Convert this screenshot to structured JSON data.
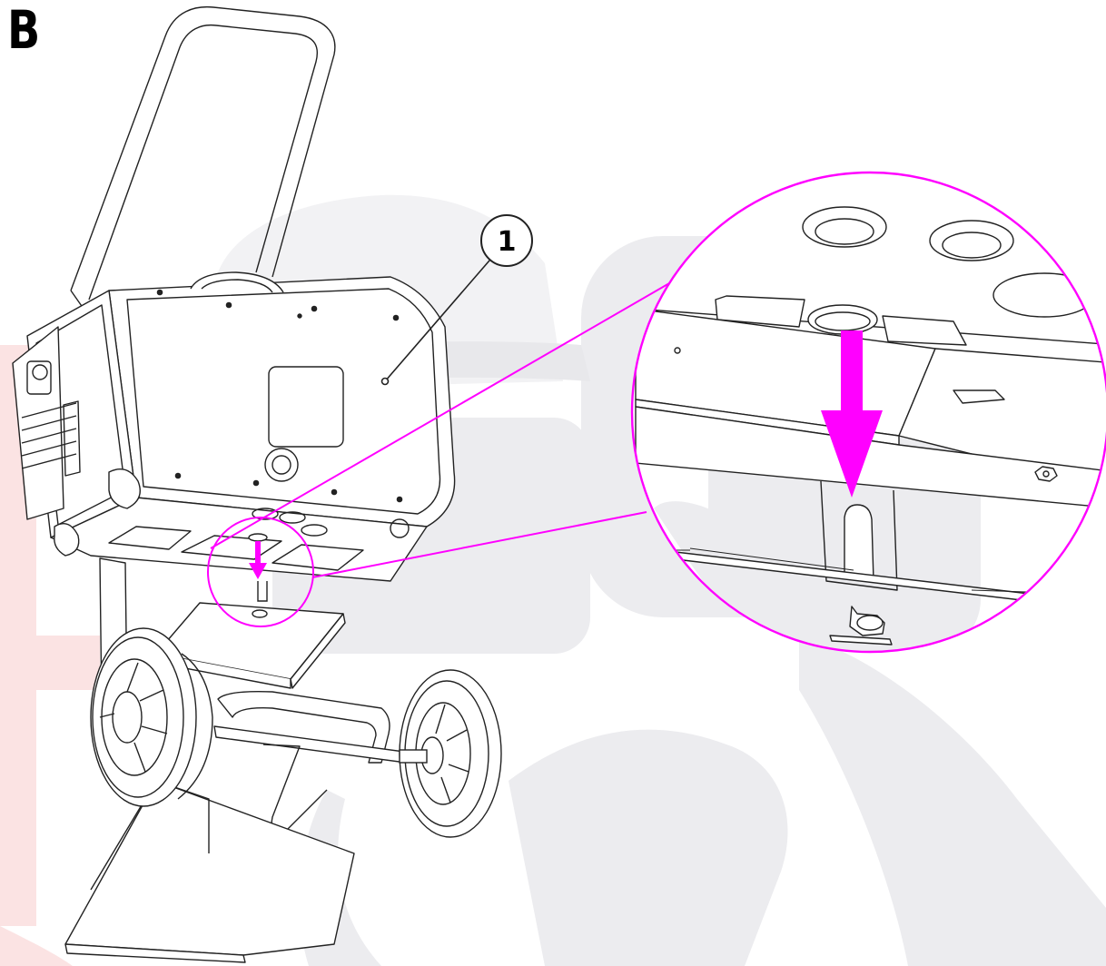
{
  "figure": {
    "step_label": "B",
    "callouts": [
      {
        "number": "1",
        "target": "machine-side-panel"
      }
    ],
    "icons": [
      "down-arrow-icon",
      "magnifier-circle",
      "leader-line",
      "watermark-welder-logo"
    ],
    "colors": {
      "highlight": "#ff00ff",
      "line": "#222222",
      "watermark": "#ececef",
      "watermark_red": "#fbe3e3"
    }
  }
}
